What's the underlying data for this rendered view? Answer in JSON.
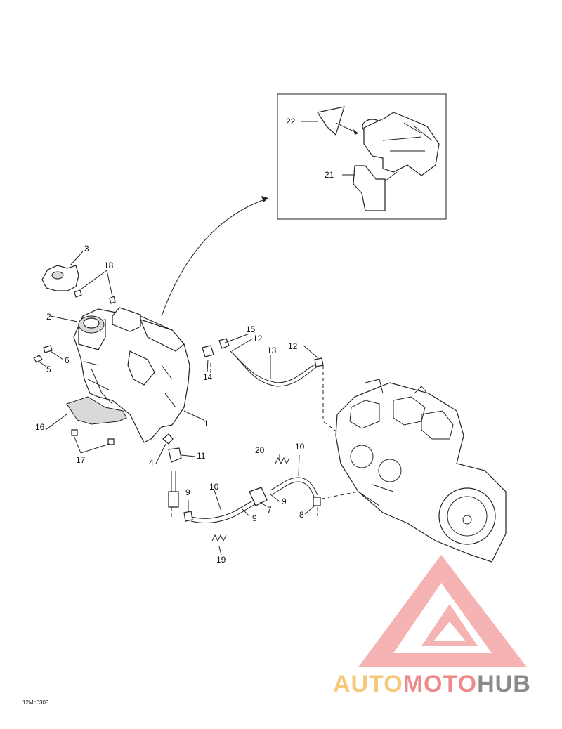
{
  "diagram_code": "12Mc0303",
  "watermark": {
    "part1": "AUTO",
    "part2": "MOTO",
    "part3": "HUB"
  },
  "callouts": [
    {
      "id": "c1",
      "text": "1"
    },
    {
      "id": "c2",
      "text": "2"
    },
    {
      "id": "c3",
      "text": "3"
    },
    {
      "id": "c4",
      "text": "4"
    },
    {
      "id": "c5",
      "text": "5"
    },
    {
      "id": "c6",
      "text": "6"
    },
    {
      "id": "c7",
      "text": "7"
    },
    {
      "id": "c8",
      "text": "8"
    },
    {
      "id": "c9a",
      "text": "9"
    },
    {
      "id": "c9b",
      "text": "9"
    },
    {
      "id": "c9c",
      "text": "9"
    },
    {
      "id": "c10a",
      "text": "10"
    },
    {
      "id": "c10b",
      "text": "10"
    },
    {
      "id": "c11",
      "text": "11"
    },
    {
      "id": "c12a",
      "text": "12"
    },
    {
      "id": "c12b",
      "text": "12"
    },
    {
      "id": "c13",
      "text": "13"
    },
    {
      "id": "c14",
      "text": "14"
    },
    {
      "id": "c15",
      "text": "15"
    },
    {
      "id": "c16",
      "text": "16"
    },
    {
      "id": "c17",
      "text": "17"
    },
    {
      "id": "c18",
      "text": "18"
    },
    {
      "id": "c19",
      "text": "19"
    },
    {
      "id": "c20",
      "text": "20"
    },
    {
      "id": "c21",
      "text": "21"
    },
    {
      "id": "c22",
      "text": "22"
    }
  ]
}
